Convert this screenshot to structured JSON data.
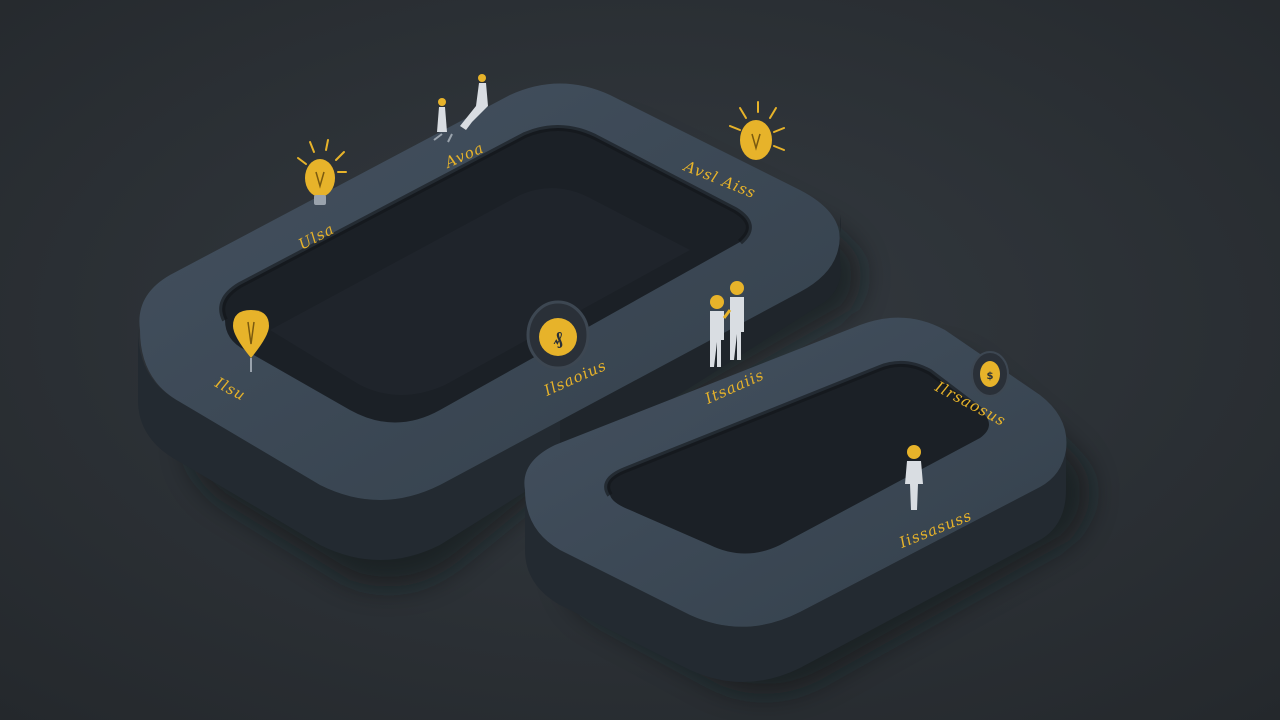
{
  "colors": {
    "background": "#2b2f33",
    "track_top": "#3b4652",
    "track_side": "#252c34",
    "track_inner": "#1c2127",
    "accent": "#e7b32a",
    "figure": "#d9dde2"
  },
  "milestones": [
    {
      "id": "bulb-left",
      "icon": "lightbulb-icon",
      "label": "Ulsa"
    },
    {
      "id": "people-top",
      "icon": "people-icon",
      "label": "Avoa"
    },
    {
      "id": "bulb-top-right",
      "icon": "lightbulb-icon",
      "label": "Avsl Aiss"
    },
    {
      "id": "pin-left",
      "icon": "map-pin-icon",
      "label": "Ilsu"
    },
    {
      "id": "coin-center",
      "icon": "coin-icon",
      "label": "Ilsaoius"
    },
    {
      "id": "pair-center",
      "icon": "two-people-icon",
      "label": "Itsaaiis"
    },
    {
      "id": "badge-right",
      "icon": "badge-icon",
      "label": "Ilrsaosus"
    },
    {
      "id": "person-bottom",
      "icon": "person-icon",
      "label": "Iissasuss"
    }
  ]
}
